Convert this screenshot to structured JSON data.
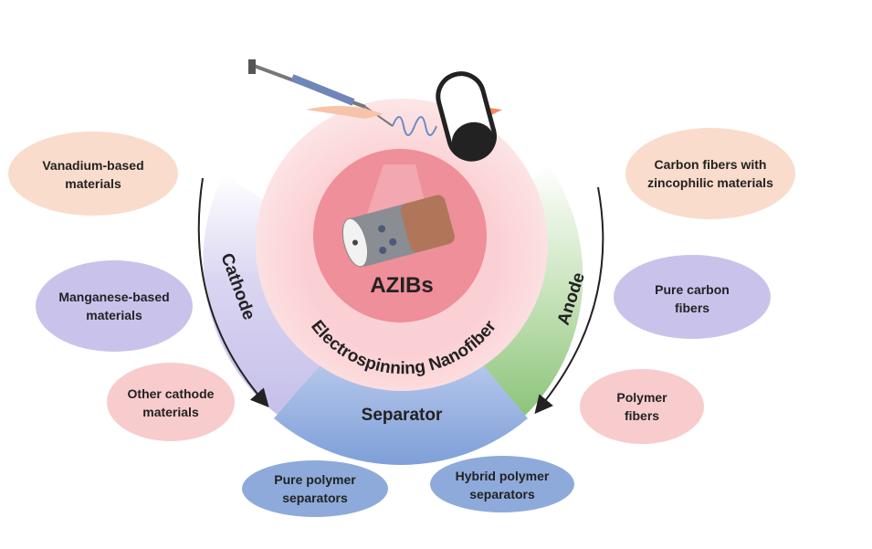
{
  "center": {
    "title": "AZIBs",
    "ring_label": "Electrospinning Nanofiber"
  },
  "segments": {
    "cathode": "Cathode",
    "anode": "Anode",
    "separator": "Separator"
  },
  "cathode_materials": [
    {
      "line1": "Vanadium-based",
      "line2": "materials",
      "color": "#f9dccb"
    },
    {
      "line1": "Manganese-based",
      "line2": "materials",
      "color": "#c9c3ec"
    },
    {
      "line1": "Other cathode",
      "line2": "materials",
      "color": "#f8cbcd"
    }
  ],
  "anode_materials": [
    {
      "line1": "Carbon fibers with",
      "line2": "zincophilic materials",
      "color": "#f9dccb"
    },
    {
      "line1": "Pure carbon",
      "line2": "fibers",
      "color": "#c9c3ec"
    },
    {
      "line1": "Polymer",
      "line2": "fibers",
      "color": "#f8cbcd"
    }
  ],
  "separator_materials": [
    {
      "line1": "Pure polymer",
      "line2": "separators",
      "color": "#8eaadb"
    },
    {
      "line1": "Hybrid polymer",
      "line2": "separators",
      "color": "#8eaadb"
    }
  ]
}
